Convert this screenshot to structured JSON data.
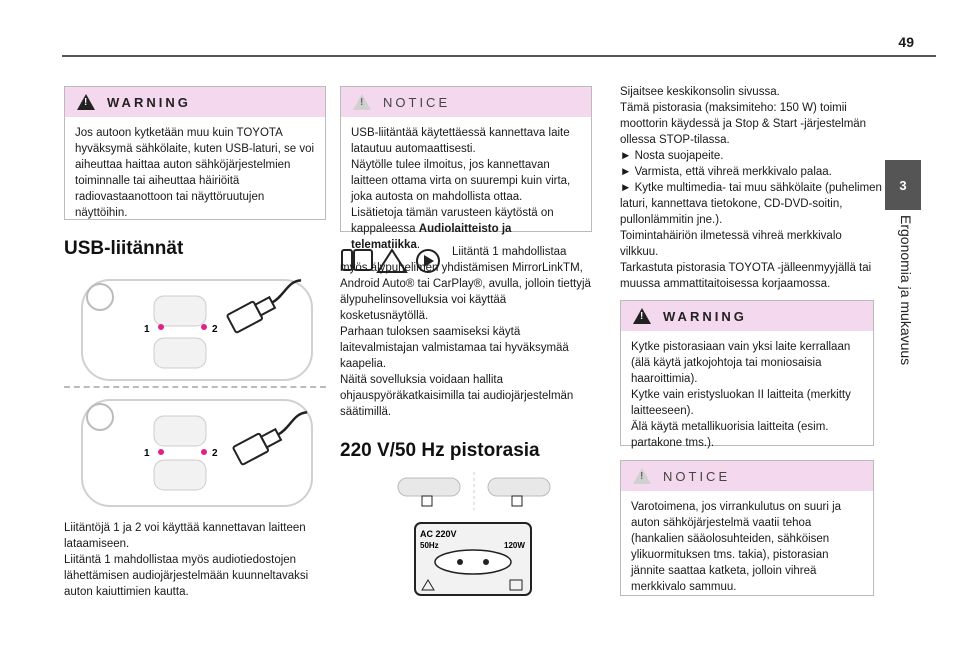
{
  "page_number": "49",
  "section_tab": "3",
  "side_title": "Ergonomia ja mukavuus",
  "warning1": {
    "title": "WARNING",
    "text": "Jos autoon kytketään muu kuin TOYOTA hyväksymä sähkölaite, kuten USB-laturi, se voi aiheuttaa haittaa auton sähköjärjestelmien toiminnalle tai aiheuttaa häiriöitä radiovastaanottoon tai näyttöruutujen näyttöihin."
  },
  "usb_heading": "USB-liitännät",
  "usb_labels": {
    "one": "1",
    "two": "2"
  },
  "usb_caption": [
    "Liitäntöjä 1 ja 2 voi käyttää kannettavan laitteen lataamiseen.",
    "Liitäntä 1 mahdollistaa myös audiotiedostojen lähettämisen audiojärjestelmään kuunneltavaksi auton kaiuttimien kautta."
  ],
  "notice1": {
    "title": "NOTICE",
    "text": "USB-liitäntää käytettäessä kannettava laite latautuu automaattisesti.",
    "text2": "Näytölle tulee ilmoitus, jos kannettavan laitteen ottama virta on suurempi kuin virta, joka autosta on mahdollista ottaa.",
    "text3": "Lisätietoja tämän varusteen käytöstä on kappaleessa ",
    "text3_bold": "Audiolaitteisto ja telematiikka",
    "text3_end": "."
  },
  "mid_text": {
    "intro": "Liitäntä 1 mahdollistaa myös älypuhelimen yhdistämisen MirrorLinkTM, Android Auto® tai CarPlay®, avulla, jolloin tiettyjä älypuhelinsovelluksia voi käyttää kosketusnäytöllä.",
    "p2": "Parhaan tuloksen saamiseksi käytä laitevalmistajan valmistamaa tai hyväksymää kaapelia.",
    "p3": "Näitä sovelluksia voidaan hallita ohjauspyöräkatkaisimilla tai audiojärjestelmän säätimillä."
  },
  "socket_heading": "220 V/50 Hz pistorasia",
  "socket_labels": {
    "ac": "AC 220V",
    "hz": "50Hz",
    "w": "120W"
  },
  "right_text": {
    "p1": "Sijaitsee keskikonsolin sivussa.",
    "p2": "Tämä pistorasia (maksimiteho: 150 W) toimii moottorin käydessä ja Stop & Start -järjestelmän ollessa STOP-tilassa.",
    "s1": "► Nosta suojapeite.",
    "s2": "► Varmista, että vihreä merkkivalo palaa.",
    "s3": "► Kytke multimedia- tai muu sähkölaite (puhelimen laturi, kannettava tietokone, CD-DVD-soitin, pullonlämmitin jne.).",
    "p3": "Toimintahäiriön ilmetessä vihreä merkkivalo vilkkuu.",
    "p4": "Tarkastuta pistorasia TOYOTA -jälleenmyyjällä tai muussa ammattitaitoisessa korjaamossa."
  },
  "warning2": {
    "title": "WARNING",
    "p1": "Kytke pistorasiaan vain yksi laite kerrallaan (älä käytä jatkojohtoja tai moniosaisia haaroittimia).",
    "p2": "Kytke vain eristysluokan II laitteita (merkitty laitteeseen).",
    "p3": "Älä käytä metallikuorisia laitteita (esim. partakone tms.)."
  },
  "notice2": {
    "title": "NOTICE",
    "text": "Varotoimena, jos virrankulutus on suuri ja auton sähköjärjestelmä vaatii tehoa (hankalien sääolosuhteiden, sähköisen ylikuormituksen tms. takia), pistorasian jännite saattaa katketa, jolloin vihreä merkkivalo sammuu."
  },
  "colors": {
    "header_pink": "#f4d9ee",
    "accent_magenta": "#e0218a"
  }
}
